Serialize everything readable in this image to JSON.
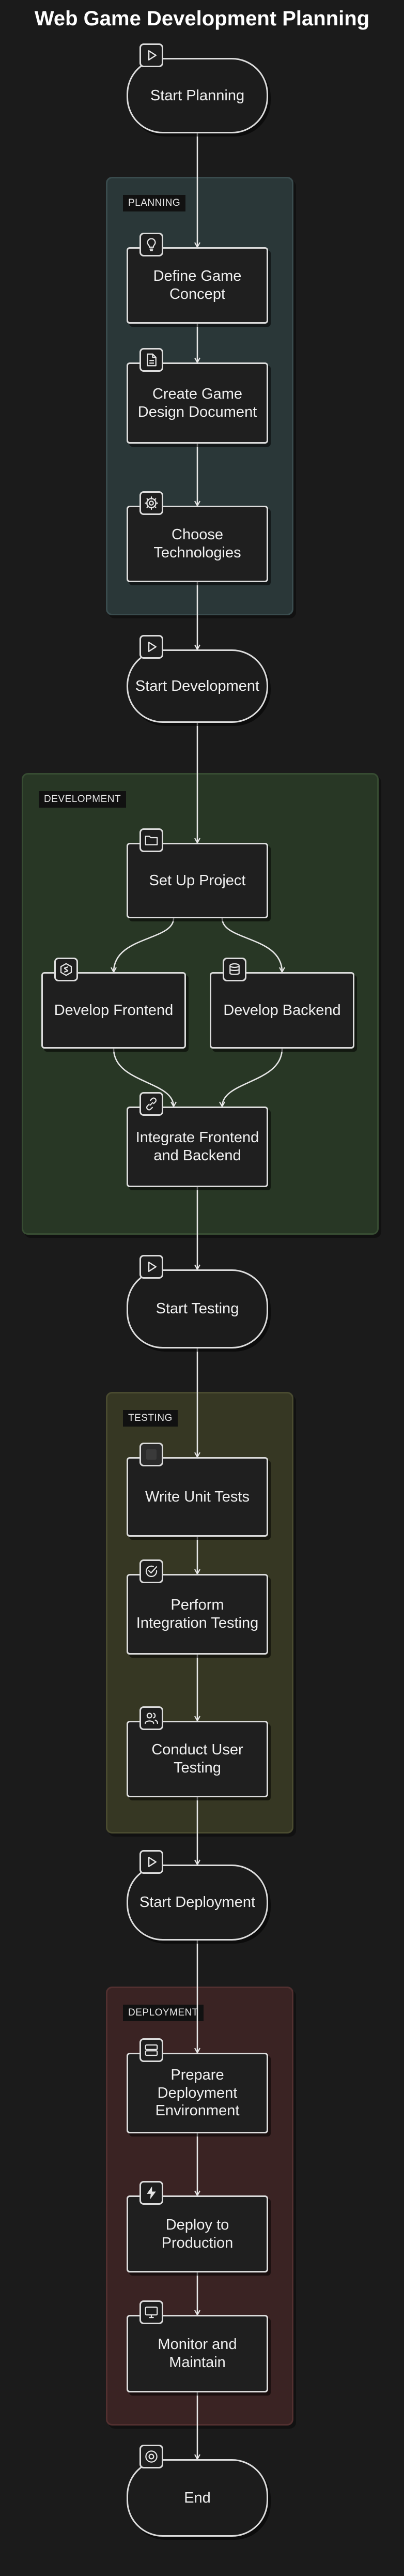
{
  "title": "Web Game Development Planning",
  "clusters": {
    "planning": "PLANNING",
    "development": "DEVELOPMENT",
    "testing": "TESTING",
    "deployment": "DEPLOYMENT"
  },
  "nodes": {
    "start_planning": "Start Planning",
    "define_concept": "Define Game Concept",
    "create_gdd": "Create Game Design Document",
    "choose_tech": "Choose Technologies",
    "start_development": "Start Development",
    "setup_project": "Set Up Project",
    "develop_frontend": "Develop Frontend",
    "develop_backend": "Develop Backend",
    "integrate": "Integrate Frontend and Backend",
    "start_testing": "Start Testing",
    "unit_tests": "Write Unit Tests",
    "integration_testing": "Perform Integration Testing",
    "user_testing": "Conduct User Testing",
    "start_deployment": "Start Deployment",
    "prepare_env": "Prepare Deployment Environment",
    "deploy_prod": "Deploy to Production",
    "monitor": "Monitor and Maintain",
    "end": "End"
  },
  "icons": {
    "start_planning": "play-icon",
    "define_concept": "lightbulb-icon",
    "create_gdd": "document-icon",
    "choose_tech": "gear-icon",
    "start_development": "play-icon",
    "setup_project": "folder-icon",
    "develop_frontend": "framework-icon",
    "develop_backend": "database-icon",
    "integrate": "link-icon",
    "start_testing": "play-icon",
    "unit_tests": "square-icon",
    "integration_testing": "check-circle-icon",
    "user_testing": "users-icon",
    "start_deployment": "play-icon",
    "prepare_env": "server-icon",
    "deploy_prod": "lightning-icon",
    "monitor": "monitor-icon",
    "end": "stop-circle-icon"
  }
}
